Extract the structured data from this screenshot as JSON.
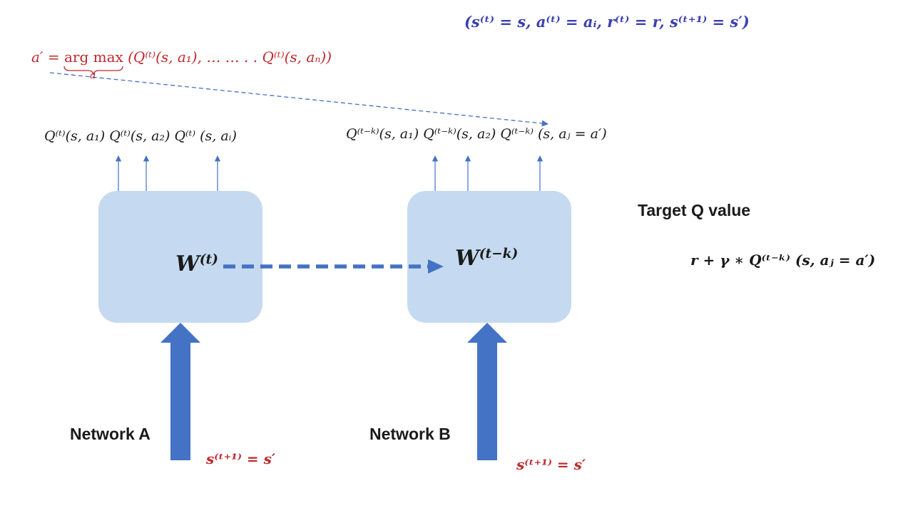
{
  "transition_tuple": "(s⁽ᵗ⁾ = s, a⁽ᵗ⁾ = aᵢ, r⁽ᵗ⁾ = r, s⁽ᵗ⁺¹⁾ = s′)",
  "argmax_formula": {
    "lhs": "a′ =",
    "op": "arg max",
    "sub": "a",
    "args": "(Q⁽ᵗ⁾(s, a₁), … … . . Q⁽ᵗ⁾(s, aₙ))"
  },
  "network_a": {
    "label": "Network A",
    "weight": "W",
    "weight_sup": "(t)",
    "outputs": "Q⁽ᵗ⁾(s, a₁) Q⁽ᵗ⁾(s, a₂) Q⁽ᵗ⁾ (s, aᵢ)",
    "input": "s⁽ᵗ⁺¹⁾ = s′"
  },
  "network_b": {
    "label": "Network B",
    "weight": "W",
    "weight_sup": "(t−k)",
    "outputs": "Q⁽ᵗ⁻ᵏ⁾(s, a₁) Q⁽ᵗ⁻ᵏ⁾(s, a₂) Q⁽ᵗ⁻ᵏ⁾ (s, aⱼ = a′)",
    "input": "s⁽ᵗ⁺¹⁾ = s′"
  },
  "target": {
    "title": "Target Q value",
    "formula": "r + γ ∗ Q⁽ᵗ⁻ᵏ⁾ (s, aⱼ = a′)"
  },
  "colors": {
    "box_fill": "#c5daf0",
    "arrow_blue": "#4472c4",
    "red_text": "#c0282d",
    "blue_text": "#3a3fb0"
  }
}
